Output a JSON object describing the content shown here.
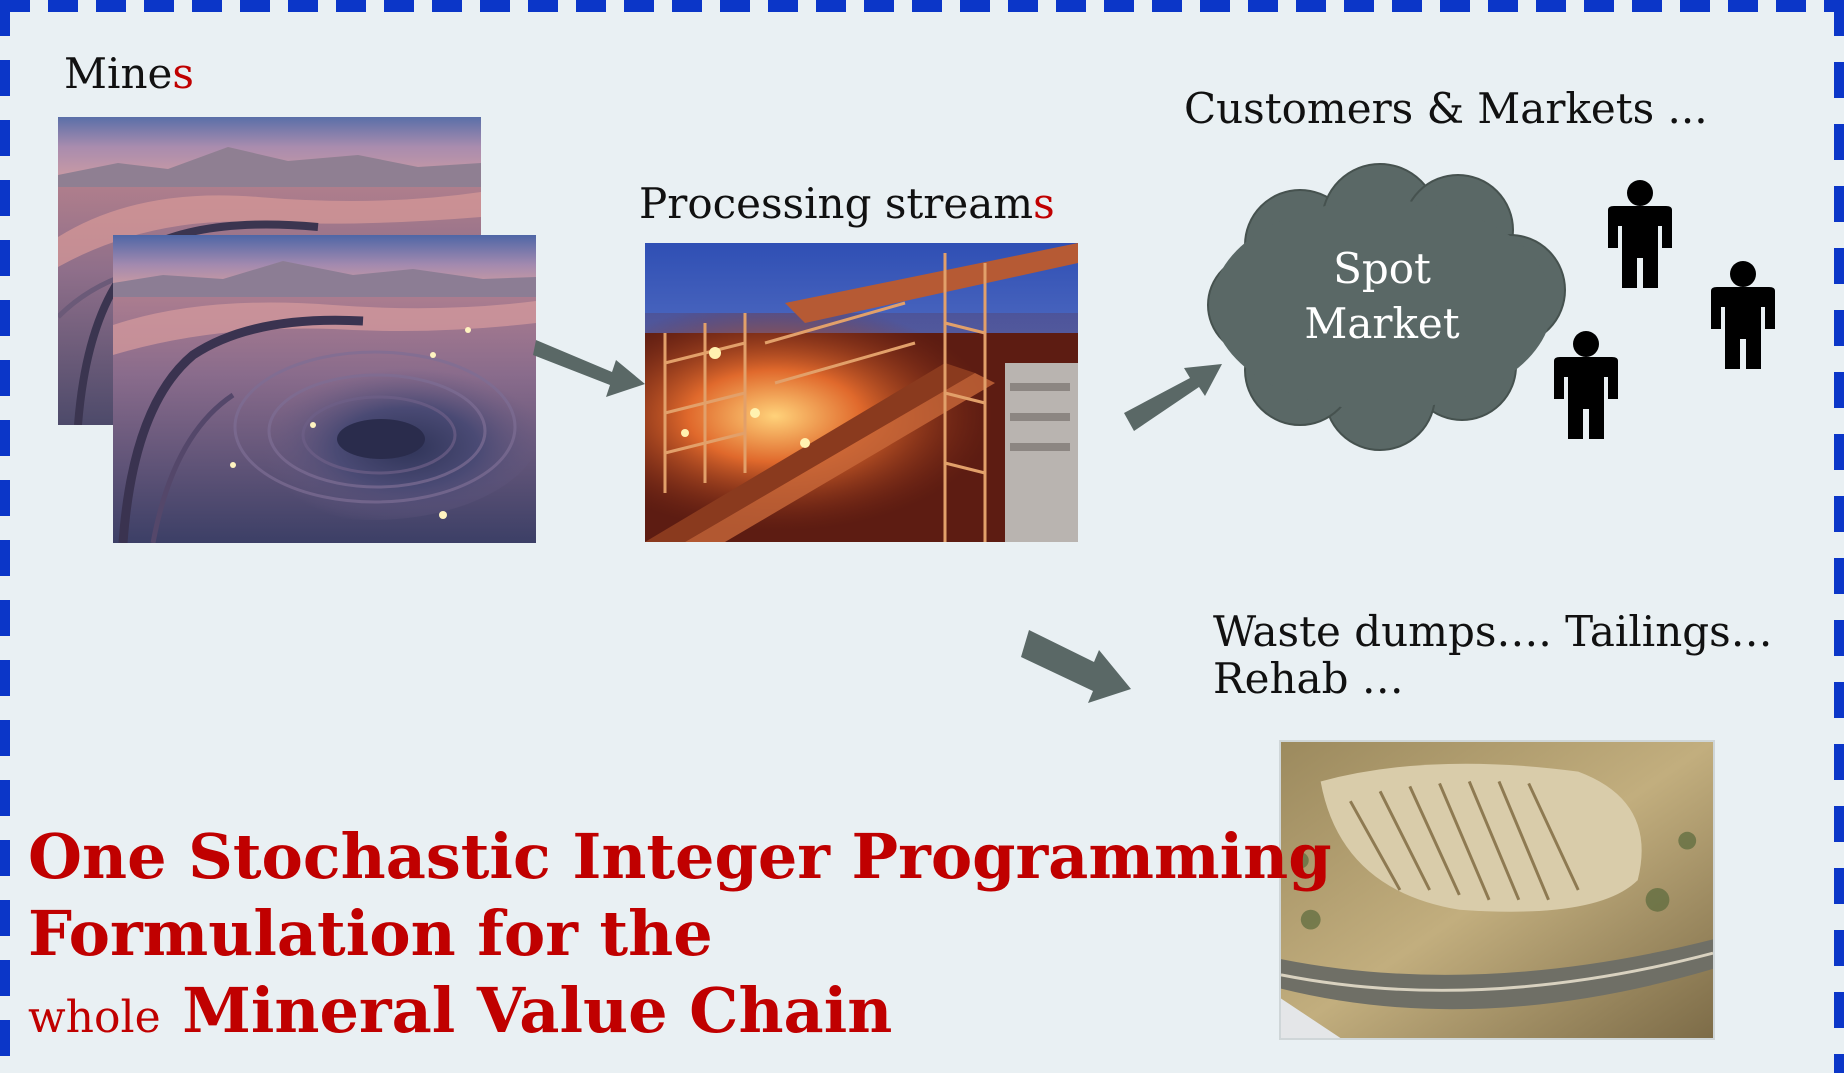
{
  "labels": {
    "mines": "Mine",
    "mines_suffix": "s",
    "processing": "Processing stream",
    "processing_suffix": "s",
    "customers": "Customers & Markets ...",
    "spot_line1": "Spot",
    "spot_line2": "Market",
    "waste_line1": "Waste dumps…. Tailings…",
    "waste_line2": "Rehab …"
  },
  "title": {
    "line1": "One Stochastic Integer Programming",
    "line2": "Formulation for the",
    "line3_small": "whole",
    "line3": "Mineral Value Chain"
  },
  "colors": {
    "background": "#e9f0f3",
    "border": "#0b36c8",
    "accent_red": "#c00000",
    "arrow_fill": "#5a6866",
    "cloud_fill": "#5a6866"
  }
}
